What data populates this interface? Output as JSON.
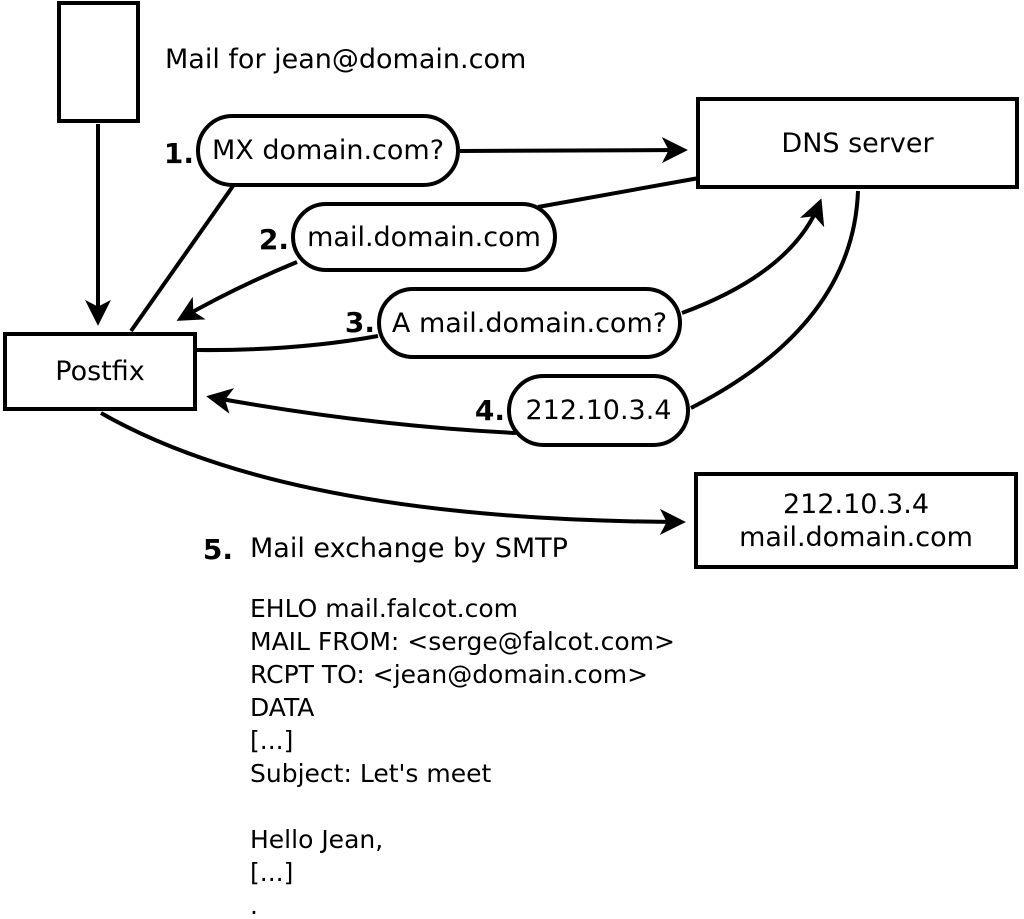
{
  "annotation": {
    "mail_note": "Mail for jean@domain.com"
  },
  "nodes": {
    "postfix_label": "Postfix",
    "dns_label": "DNS server",
    "mailserver_line1": "212.10.3.4",
    "mailserver_line2": "mail.domain.com"
  },
  "steps": {
    "s1": {
      "num": "1.",
      "label": "MX domain.com?"
    },
    "s2": {
      "num": "2.",
      "label": "mail.domain.com"
    },
    "s3": {
      "num": "3.",
      "label": "A mail.domain.com?"
    },
    "s4": {
      "num": "4.",
      "label": "212.10.3.4"
    },
    "s5": {
      "num": "5.",
      "label": "Mail exchange by SMTP"
    }
  },
  "smtp_session": {
    "text": "EHLO mail.falcot.com\nMAIL FROM: <serge@falcot.com>\nRCPT TO: <jean@domain.com>\nDATA\n[...]\nSubject: Let's meet\n\nHello Jean,\n[...]\n."
  },
  "colors": {
    "stroke": "#000000",
    "background": "#ffffff"
  }
}
